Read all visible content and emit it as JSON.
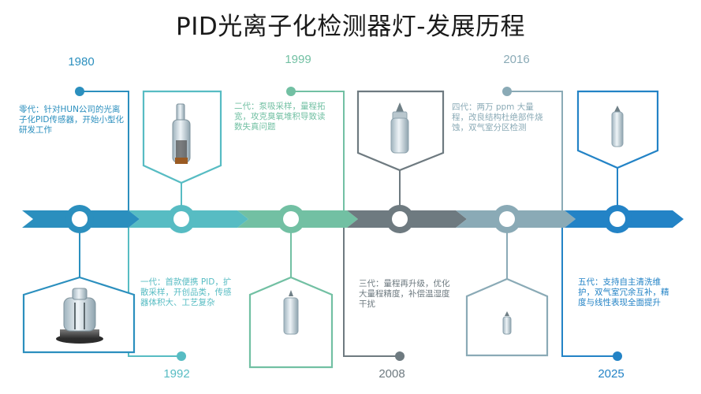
{
  "title": "PID光离子化检测器灯-发展历程",
  "colors": {
    "gen0": "#2b8fbe",
    "gen1": "#57bcc3",
    "gen2": "#72c0a3",
    "gen3": "#6e7a80",
    "gen4": "#8aaab6",
    "gen5": "#2383c6"
  },
  "milestones": [
    {
      "year": "1980",
      "text": "零代：针对HUN公司的光离子化PID传感器，开始小型化研发工作"
    },
    {
      "year": "1992",
      "text": "一代：首款便携 PID，扩散采样，开创品类，传感器体积大、工艺复杂"
    },
    {
      "year": "1999",
      "text": "二代：泵吸采样，量程拓宽，攻克臭氧堆积导致读数失真问题"
    },
    {
      "year": "2008",
      "text": "三代：量程再升级，优化大量程精度，补偿温湿度干扰"
    },
    {
      "year": "2016",
      "text": "四代：两万 ppm 大量程，改良结构杜绝部件烧蚀，双气室分区检测"
    },
    {
      "year": "2025",
      "text": "五代：支持自主清洗维护，双气室冗余互补，精度与线性表现全面提升"
    }
  ],
  "lamp_images": [
    {
      "icon": "large-lamp-icon"
    },
    {
      "icon": "tall-bottle-lamp-icon"
    },
    {
      "icon": "slim-lamp-icon"
    },
    {
      "icon": "glass-tube-lamp-icon"
    },
    {
      "icon": "mini-lamp-icon"
    },
    {
      "icon": "clear-tube-lamp-icon"
    }
  ]
}
